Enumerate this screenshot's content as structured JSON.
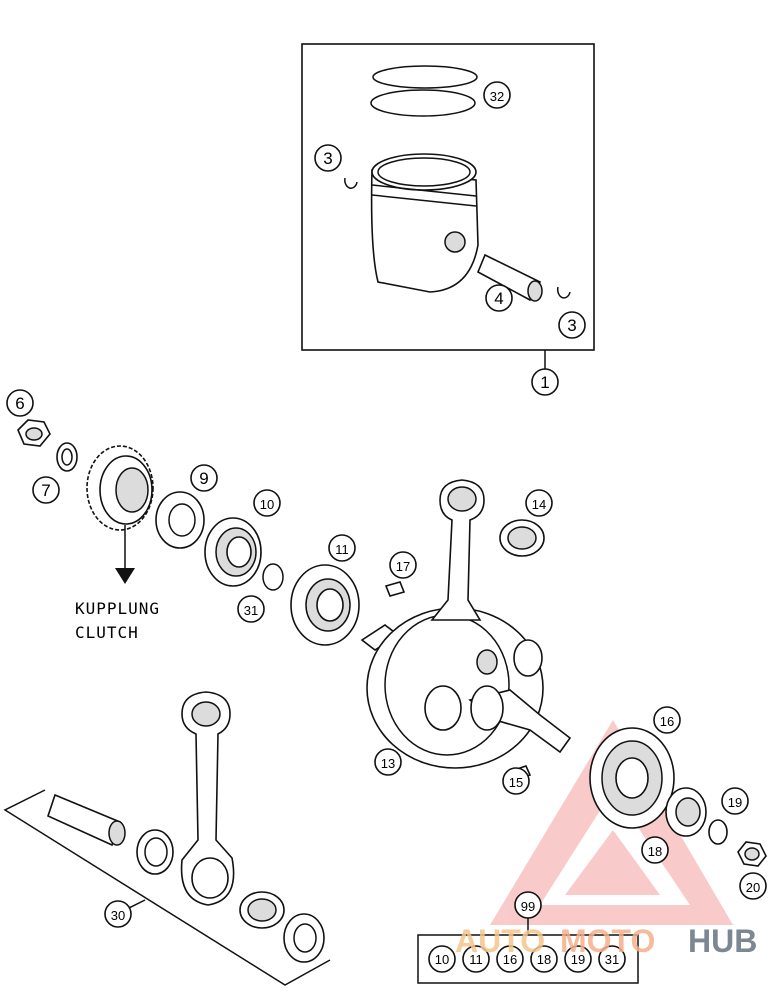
{
  "callouts": [
    {
      "id": "c32",
      "label": "32"
    },
    {
      "id": "c3a",
      "label": "3"
    },
    {
      "id": "c4",
      "label": "4"
    },
    {
      "id": "c3b",
      "label": "3"
    },
    {
      "id": "c1",
      "label": "1"
    },
    {
      "id": "c6",
      "label": "6"
    },
    {
      "id": "c7",
      "label": "7"
    },
    {
      "id": "c9",
      "label": "9"
    },
    {
      "id": "c10",
      "label": "10"
    },
    {
      "id": "c14",
      "label": "14"
    },
    {
      "id": "c11",
      "label": "11"
    },
    {
      "id": "c17",
      "label": "17"
    },
    {
      "id": "c31",
      "label": "31"
    },
    {
      "id": "c16",
      "label": "16"
    },
    {
      "id": "c13",
      "label": "13"
    },
    {
      "id": "c15",
      "label": "15"
    },
    {
      "id": "c19",
      "label": "19"
    },
    {
      "id": "c18",
      "label": "18"
    },
    {
      "id": "c20",
      "label": "20"
    },
    {
      "id": "c30",
      "label": "30"
    },
    {
      "id": "c99",
      "label": "99"
    }
  ],
  "kit_box": [
    "10",
    "11",
    "16",
    "18",
    "19",
    "31"
  ],
  "clutch_note": {
    "line1": "KUPPLUNG",
    "line2": "CLUTCH"
  },
  "watermark": {
    "part1": "AUTO",
    "part2": "MOTO",
    "part3": "HUB"
  }
}
